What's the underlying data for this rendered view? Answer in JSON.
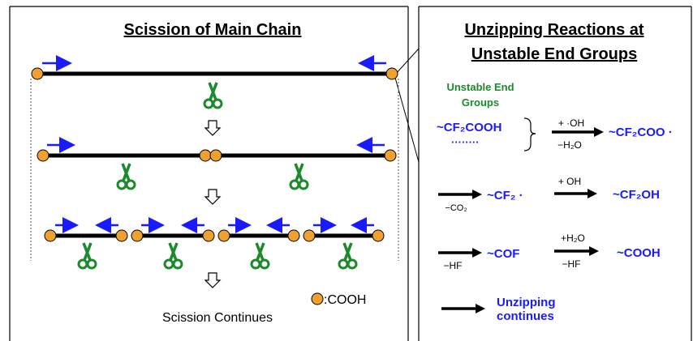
{
  "left_panel": {
    "title": "Scission of Main Chain",
    "footer": "Scission Continues",
    "legend_label": ":COOH"
  },
  "right_panel": {
    "title_line1": "Unzipping Reactions at",
    "title_line2": "Unstable End Groups",
    "unstable_label_line1": "Unstable End",
    "unstable_label_line2": "Groups",
    "start_group": "~CF₂COOH",
    "dots": "········",
    "step1_above": "+ ·OH",
    "step1_below": "−H₂O",
    "product1": "~CF₂COO ·",
    "step2_below": "−CO₂",
    "radical": "~CF₂ ·",
    "step3_above": "+ OH",
    "product2": "~CF₂OH",
    "step4_below": "−HF",
    "cof": "~COF",
    "step5_above": "+H₂O",
    "step5_below": "−HF",
    "product3": "~COOH",
    "continue_line1": "Unzipping",
    "continue_line2": "continues"
  },
  "colors": {
    "blue": "#1a1aff",
    "green": "#1a8a2a",
    "orange": "#f0a030",
    "black": "#000000"
  }
}
